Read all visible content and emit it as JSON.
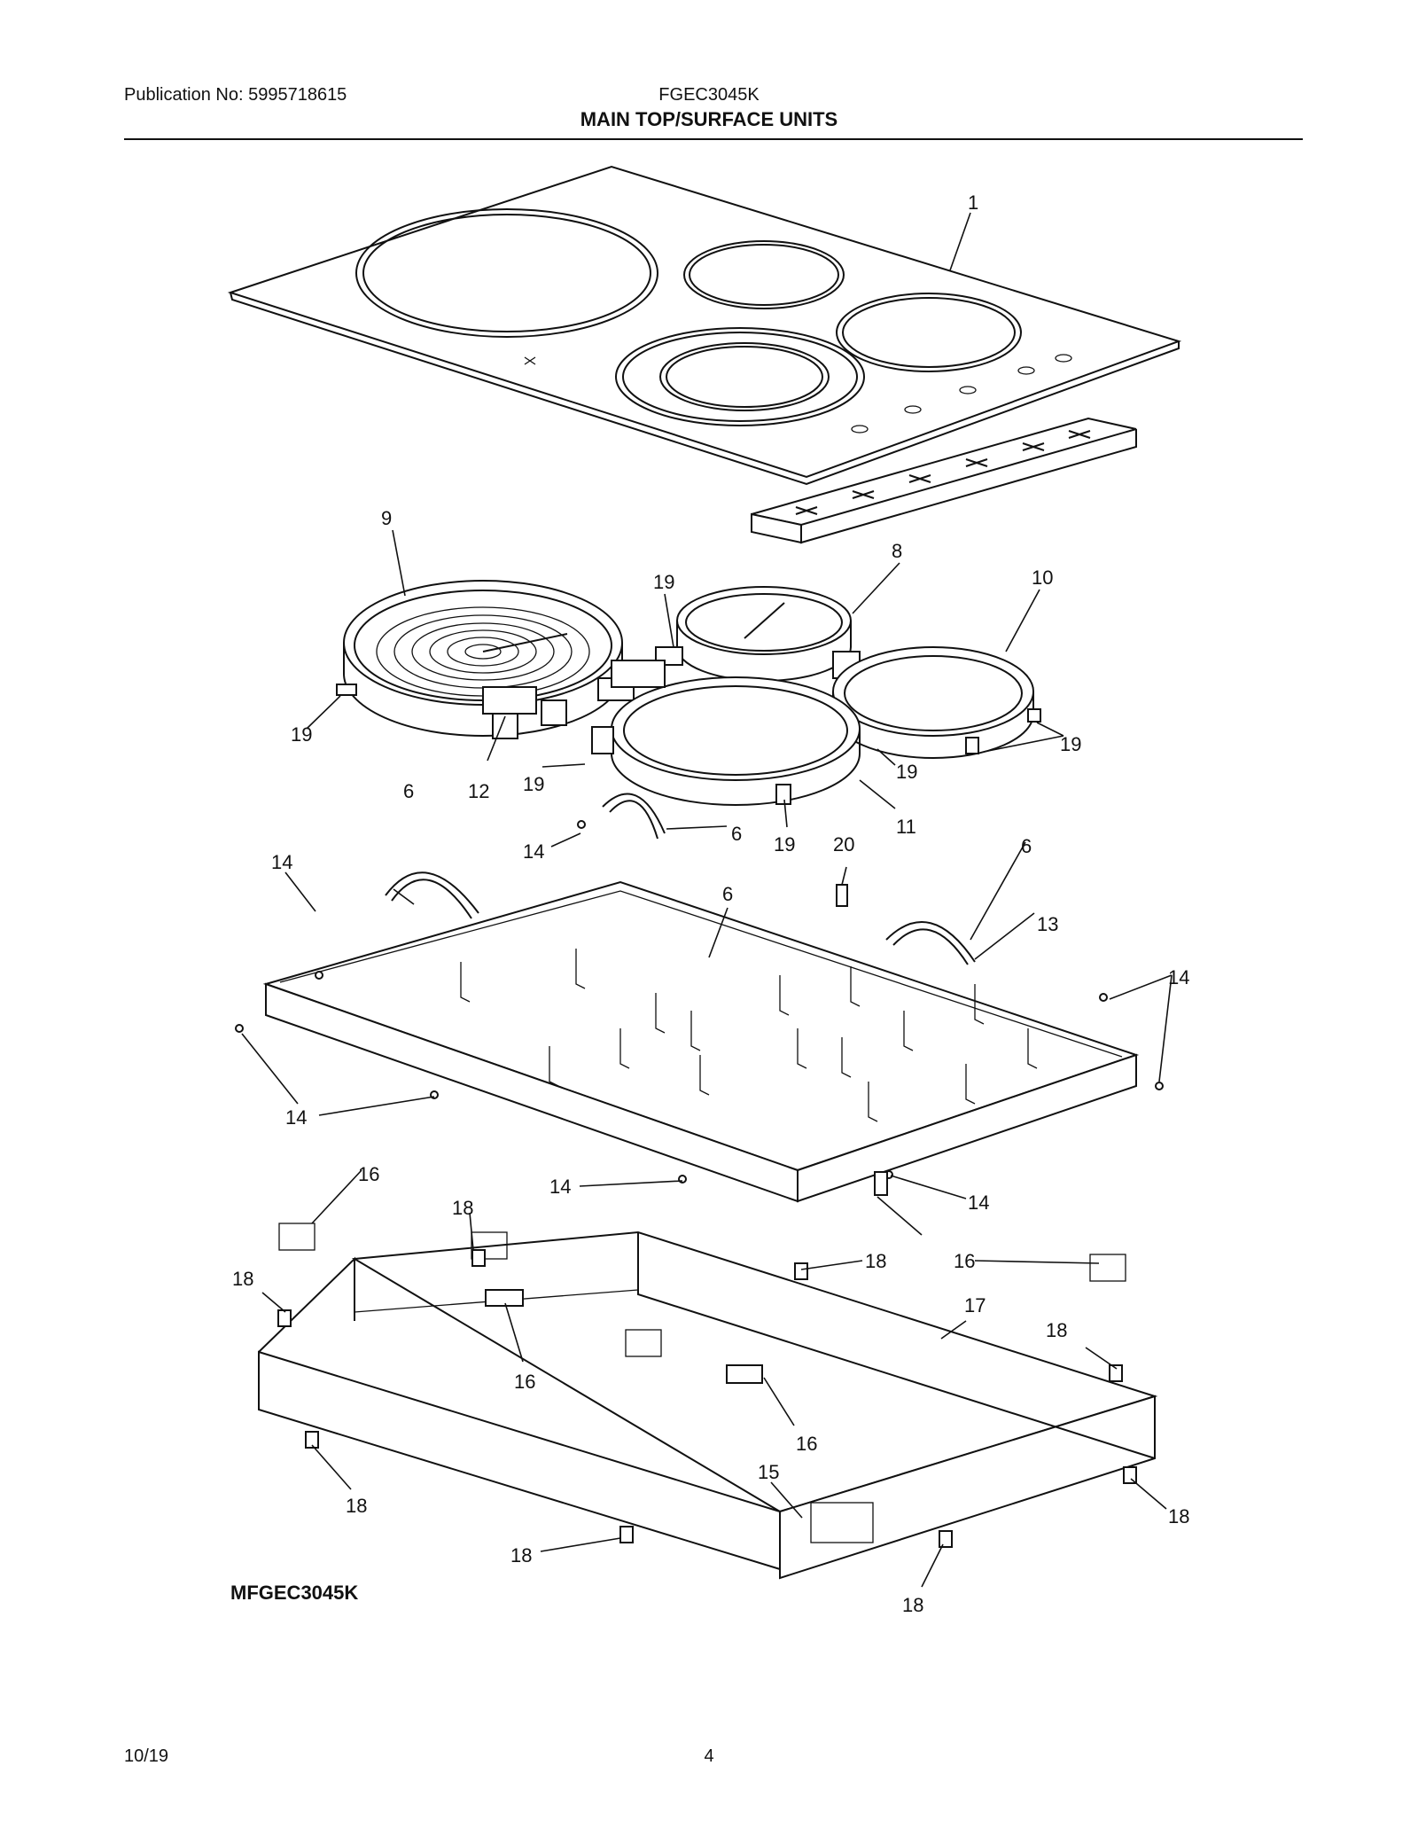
{
  "header": {
    "publication": "Publication No: 5995718615",
    "model": "FGEC3045K",
    "section_title": "MAIN TOP/SURFACE UNITS"
  },
  "diagram_code": "MFGEC3045K",
  "footer": {
    "date": "10/19",
    "page_number": "4"
  },
  "callouts": {
    "c1": "1",
    "c6a": "6",
    "c6b": "6",
    "c6c": "6",
    "c6d": "6",
    "c8": "8",
    "c9": "9",
    "c10": "10",
    "c11": "11",
    "c12": "12",
    "c13": "13",
    "c14a": "14",
    "c14b": "14",
    "c14c": "14",
    "c14d": "14",
    "c14e": "14",
    "c14f": "14",
    "c15": "15",
    "c16a": "16",
    "c16b": "16",
    "c16c": "16",
    "c16d": "16",
    "c17": "17",
    "c18a": "18",
    "c18b": "18",
    "c18c": "18",
    "c18d": "18",
    "c18e": "18",
    "c18f": "18",
    "c18g": "18",
    "c18h": "18",
    "c19a": "19",
    "c19b": "19",
    "c19c": "19",
    "c19d": "19",
    "c19e": "19",
    "c19f": "19",
    "c20": "20"
  }
}
